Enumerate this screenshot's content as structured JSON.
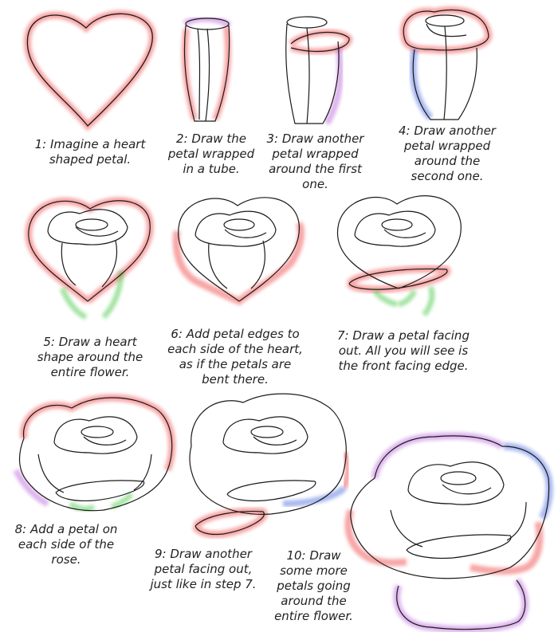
{
  "steps": [
    {
      "number": "1",
      "lines": [
        "1: Imagine a heart",
        "shaped petal."
      ]
    },
    {
      "number": "2",
      "lines": [
        "2: Draw the",
        "petal wrapped",
        "in a tube."
      ]
    },
    {
      "number": "3",
      "lines": [
        "3: Draw another",
        "petal wrapped",
        "around the first",
        "one."
      ]
    },
    {
      "number": "4",
      "lines": [
        "4: Draw another",
        "petal wrapped",
        "around the",
        "second one."
      ]
    },
    {
      "number": "5",
      "lines": [
        "5: Draw a heart",
        "shape around the",
        "entire flower."
      ]
    },
    {
      "number": "6",
      "lines": [
        "6: Add petal edges to",
        "each side of the heart,",
        "as if the petals are",
        "bent there."
      ]
    },
    {
      "number": "7",
      "lines": [
        "7: Draw a petal facing",
        "out.  All you will see is",
        "the front facing edge."
      ]
    },
    {
      "number": "8",
      "lines": [
        "8: Add a petal on",
        "each side of the",
        "rose."
      ]
    },
    {
      "number": "9",
      "lines": [
        "9: Draw another",
        "petal facing out,",
        "just like in step 7."
      ]
    },
    {
      "number": "10",
      "lines": [
        "10: Draw",
        "some more",
        "petals going",
        "around the",
        "entire flower."
      ]
    }
  ],
  "highlight_colors": {
    "red": "#ee3a3a",
    "purple": "#b45ad8",
    "blue": "#3f62dd",
    "green": "#34c234"
  }
}
